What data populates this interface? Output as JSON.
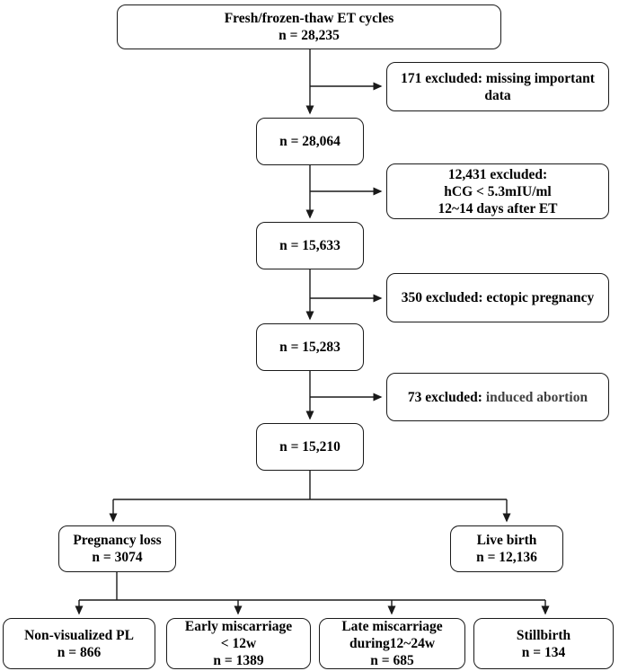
{
  "colors": {
    "page_background": "#ffffff",
    "box_background": "#ffffff",
    "box_border": "#1a1a1a",
    "text": "#000000",
    "highlight_text": "#3f3f3f"
  },
  "flowchart": {
    "top_box": {
      "line1": "Fresh/frozen-thaw ET cycles",
      "line2": "n = 28,235"
    },
    "chain_boxes": [
      {
        "label": "n = 28,064"
      },
      {
        "label": "n = 15,633"
      },
      {
        "label": "n = 15,283"
      },
      {
        "label": "n = 15,210"
      }
    ],
    "exclusion_boxes": [
      {
        "line1": "171 excluded: missing important",
        "line2": "data"
      },
      {
        "line1": "12,431 excluded:",
        "line2": "hCG < 5.3mIU/ml",
        "line3": "12~14 days after ET"
      },
      {
        "line1": "350 excluded: ectopic pregnancy"
      },
      {
        "prefix": "73 excluded: ",
        "highlight": "induced abortion"
      }
    ],
    "outcome_boxes": [
      {
        "line1": "Pregnancy loss",
        "line2": "n = 3074"
      },
      {
        "line1": "Live birth",
        "line2": "n = 12,136"
      }
    ],
    "leaf_boxes": [
      {
        "line1": "Non-visualized PL",
        "line2": "n = 866"
      },
      {
        "line1": "Early miscarriage",
        "line2": "< 12w",
        "line3": "n = 1389"
      },
      {
        "line1": "Late miscarriage",
        "line2": "during12~24w",
        "line3": "n = 685"
      },
      {
        "line1": "Stillbirth",
        "line2": "n = 134"
      }
    ]
  }
}
